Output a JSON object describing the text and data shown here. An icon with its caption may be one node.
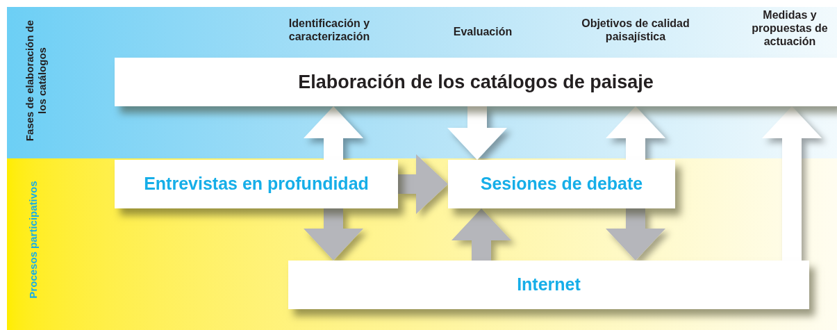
{
  "diagram": {
    "nodes": [
      {
        "text": [
          "Elaboración de los catálogos de paisaje"
        ]
      },
      {
        "text": [
          "Entrevistas en profundidad"
        ]
      },
      {
        "text": [
          "Sesiones de debate"
        ]
      },
      {
        "text": [
          "Internet"
        ]
      }
    ],
    "edges": [
      {
        "from": 1,
        "to": 0,
        "arrow": "to",
        "color": "#ffffff"
      },
      {
        "from": 1,
        "to": 3,
        "arrow": "to"
      },
      {
        "from": 1,
        "to": 2,
        "arrow": "to"
      },
      {
        "from": 0,
        "to": 2,
        "arrow": "to",
        "color": "#ffffff"
      },
      {
        "from": 3,
        "to": 2,
        "arrow": "to"
      },
      {
        "from": 2,
        "to": 0,
        "arrow": "to",
        "color": "#ffffff"
      },
      {
        "from": 2,
        "to": 3,
        "arrow": "to"
      },
      {
        "from": 3,
        "to": 0,
        "arrow": "to",
        "color": "#ffffff"
      }
    ],
    "labels": [
      "Fases de elaboración de los catálogos",
      "Identificación y caracterización",
      "Evaluación",
      "Objetivos de calidad paisajística",
      "Medidas y propuestas de actuación",
      "Procesos participativos"
    ]
  }
}
